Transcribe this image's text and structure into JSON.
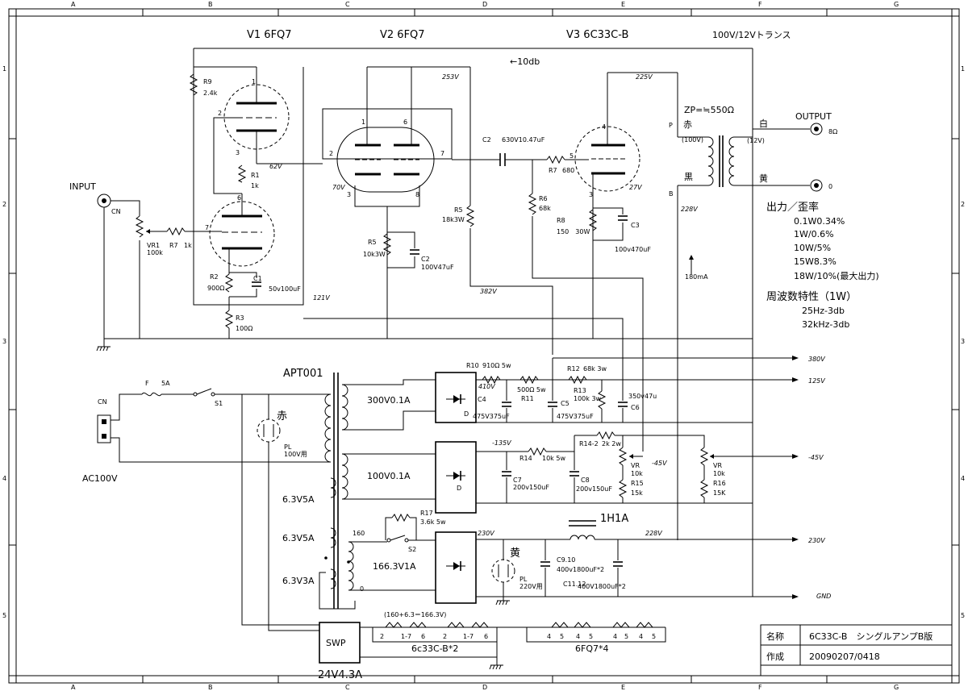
{
  "border": {
    "cols_top": [
      "A",
      "B",
      "C",
      "D",
      "E",
      "F",
      "G"
    ],
    "cols_bottom": [
      "A",
      "B",
      "C",
      "D",
      "E",
      "F",
      "G"
    ],
    "rows_left": [
      "1",
      "2",
      "3",
      "4",
      "5"
    ],
    "rows_right": [
      "1",
      "2",
      "3",
      "4",
      "5"
    ]
  },
  "tubes": {
    "v1": "V1 6FQ7",
    "v2": "V2 6FQ7",
    "v3": "V3 6C33C-B",
    "trans": "100V/12Vトランス"
  },
  "pins": {
    "p1": "1",
    "p2": "2",
    "p3": "3",
    "p6": "6",
    "p7": "7",
    "p8": "8",
    "p4": "4",
    "p5": "5"
  },
  "feedback": "←10db",
  "voltages": {
    "v253": "253V",
    "v225": "225V",
    "v62": "62V",
    "v70": "70V",
    "v27": "27V",
    "v228": "228V",
    "v121": "121V",
    "v382": "382V",
    "v410": "410V",
    "v135": "-135V",
    "v230": "230V",
    "v228b": "228V",
    "vn45": "-45V"
  },
  "rails": {
    "r380": "380V",
    "r125": "125V",
    "rn45": "-45V",
    "r230": "230V",
    "gnd": "GND"
  },
  "parts": {
    "r9": "R9",
    "r9v": "2.4k",
    "r1": "R1",
    "r1v": "1k",
    "vr1": "VR1",
    "vr1v": "100k",
    "r7a": "R7",
    "r7av": "1k",
    "r2": "R2",
    "r2v": "900Ω",
    "c1": "C1",
    "c1v": "50v100uF",
    "r3": "R3",
    "r3v": "100Ω",
    "r5": "R5",
    "r5v": "10k3W",
    "c2a": "C2",
    "c2av": "100V47uF",
    "c2": "C2",
    "c2v": "630V10.47uF",
    "r7": "R7",
    "r7v": "680",
    "r6": "R6",
    "r6v": "68k",
    "r5b": "R5",
    "r5bv": "18k3W",
    "r8": "R8",
    "r8v": "150　30W",
    "c3": "C3",
    "c3v": "100v470uF",
    "r10": "R10",
    "r10v": "910Ω 5w",
    "r11": "R11",
    "r11v": "500Ω 5w",
    "r12": "R12",
    "r12v": "68k 3w",
    "r13": "R13",
    "r13v": "100k 3w",
    "c4": "C4",
    "c4v": "475V375uF",
    "c5": "C5",
    "c5v": "475V375uF",
    "c6": "C6",
    "c6v": "350v47u",
    "r14": "R14",
    "r14v": "10k 5w",
    "r142": "R14-2",
    "r142v": "2k 2w",
    "c7": "C7",
    "c7v": "200v150uF",
    "c8": "C8",
    "c8v": "200v150uF",
    "vr": "VR",
    "vrv": "10k",
    "r15": "R15",
    "r15v": "15k",
    "vr2": "VR",
    "vr2v": "10k",
    "r16": "R16",
    "r16v": "15K",
    "r17": "R17",
    "r17v": "3.6k 5w",
    "c910": "C9.10",
    "c910v": "400v1800uF*2",
    "c1112": "C11.12",
    "c1112v": "400V1800uF*2",
    "d": "D",
    "d2": "D"
  },
  "labels": {
    "input": "INPUT",
    "cn": "CN",
    "output": "OUTPUT",
    "o8": "8Ω",
    "o0": "0",
    "zp": "ZP=≒550Ω",
    "P": "P",
    "B": "B",
    "aka": "赤",
    "v100": "(100V)",
    "kuro": "黒",
    "shiro": "白",
    "v12": "(12V)",
    "ki": "黄",
    "ma180": "180mA",
    "apt": "APT001",
    "s300": "300V0.1A",
    "s100": "100V0.1A",
    "s63a": "6.3V5A",
    "s63b": "6.3V5A",
    "s63c": "6.3V3A",
    "s160": "160",
    "s1663": "166.3V1A",
    "s0": "0",
    "choke": "1H1A",
    "f": "F",
    "f5a": "5A",
    "s1": "S1",
    "s2": "S2",
    "cn2": "CN",
    "ac": "AC100V",
    "pl": "PL",
    "pl100": "100V用",
    "aka2": "赤",
    "pl2": "PL",
    "pl220": "220V用",
    "ki2": "黄",
    "swp": "SWP",
    "swpv": "24V4.3A",
    "heaterCalc": "(160+6.3＝166.3V)",
    "h6c33": "6c33C-B*2",
    "h6fq7": "6FQ7*4"
  },
  "heaterPins6c33": [
    "2",
    "1-7",
    "6",
    "2",
    "1-7",
    "6"
  ],
  "heaterPins6fq7": [
    "4",
    "5",
    "4",
    "5",
    "4",
    "5",
    "4",
    "5"
  ],
  "perf": {
    "title": "出力／歪率",
    "rows": [
      "0.1W0.34%",
      "1W/0.6%",
      "10W/5%",
      "15W8.3%",
      "18W/10%(最大出力)"
    ],
    "freq": "周波数特性（1W）",
    "f1": "25Hz-3db",
    "f2": "32kHz-3db"
  },
  "titleBlock": {
    "nameLabel": "名称",
    "name": "6C33C-B　シングルアンプB版",
    "dateLabel": "作成",
    "date": "20090207/0418"
  }
}
